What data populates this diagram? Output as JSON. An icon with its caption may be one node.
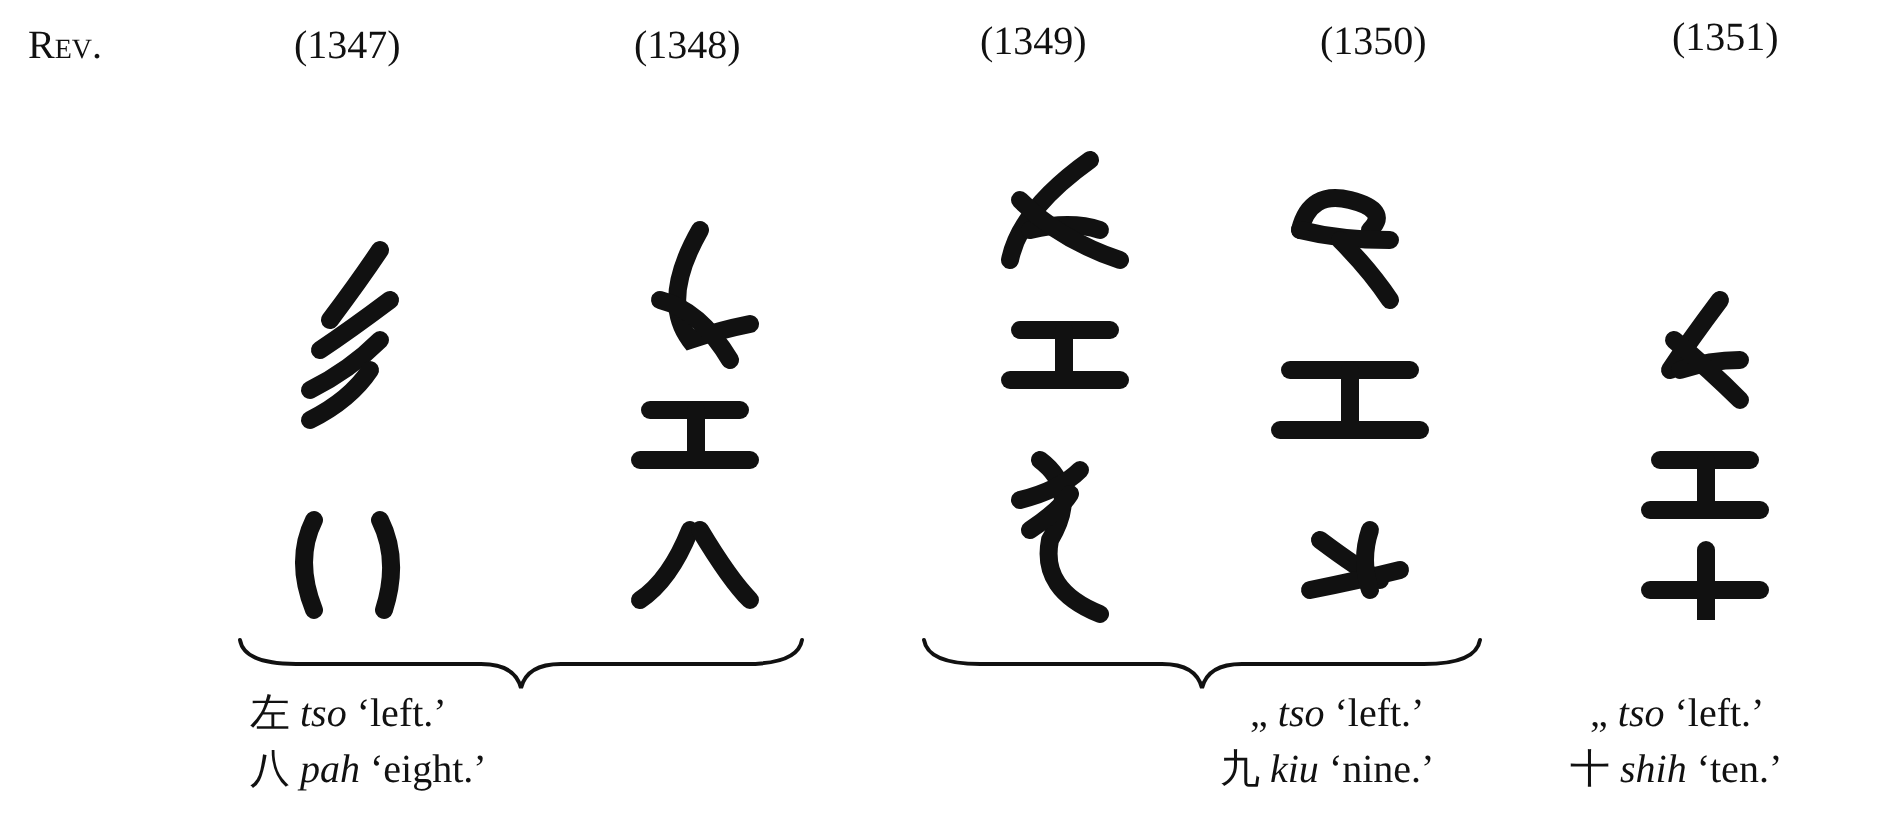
{
  "diagram": {
    "labels": [
      "Rev.",
      "(1347)",
      "(1348)",
      "(1349)",
      "(1350)",
      "(1351)",
      "左 *tso* ‘left.’",
      "„ *tso* ‘left.’",
      "„ *tso* ‘left.’",
      "八 *pah* ‘eight.’",
      "九 *kiu* ‘nine.’",
      "十 *shih* ‘ten.’"
    ]
  }
}
